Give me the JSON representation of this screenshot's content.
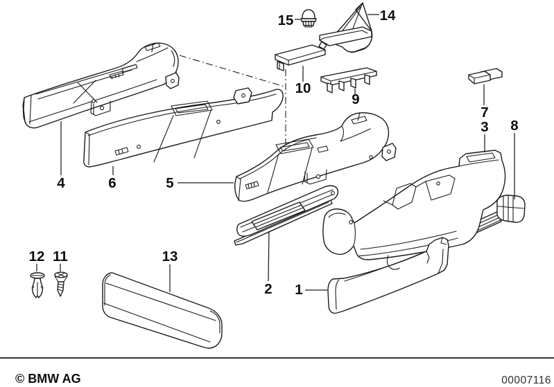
{
  "colors": {
    "background": "#ffffff",
    "line": "#1a1a1a"
  },
  "footer": {
    "copyright": "© BMW AG",
    "document_number": "00007116"
  },
  "callouts": [
    {
      "number": "1"
    },
    {
      "number": "2"
    },
    {
      "number": "3"
    },
    {
      "number": "4"
    },
    {
      "number": "5"
    },
    {
      "number": "6"
    },
    {
      "number": "7"
    },
    {
      "number": "8"
    },
    {
      "number": "9"
    },
    {
      "number": "10"
    },
    {
      "number": "11"
    },
    {
      "number": "12"
    },
    {
      "number": "13"
    },
    {
      "number": "14"
    },
    {
      "number": "15"
    }
  ]
}
